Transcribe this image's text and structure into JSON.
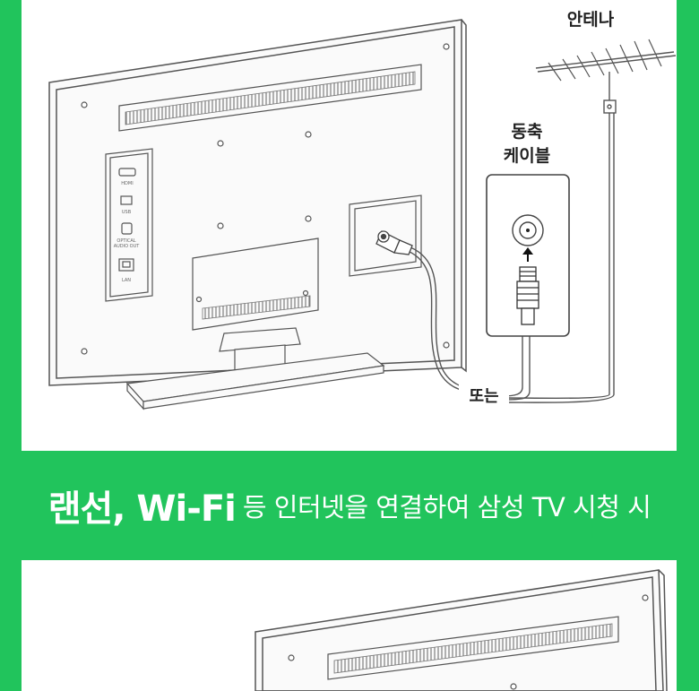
{
  "diagram": {
    "antenna_label": "안테나",
    "coax_label_line1": "동축",
    "coax_label_line2": "케이블",
    "or_label": "또는",
    "port_labels": {
      "hdmi": "HDMI",
      "usb": "USB",
      "optical_line1": "OPTICAL",
      "optical_line2": "AUDIO OUT",
      "lan": "LAN"
    }
  },
  "banner": {
    "strong_text": "랜선, Wi-Fi",
    "normal_text": "등 인터넷을 연결하여 삼성 TV 시청 시"
  },
  "colors": {
    "brand_green": "#21c45c",
    "line": "#555555",
    "panel": "#ffffff"
  }
}
